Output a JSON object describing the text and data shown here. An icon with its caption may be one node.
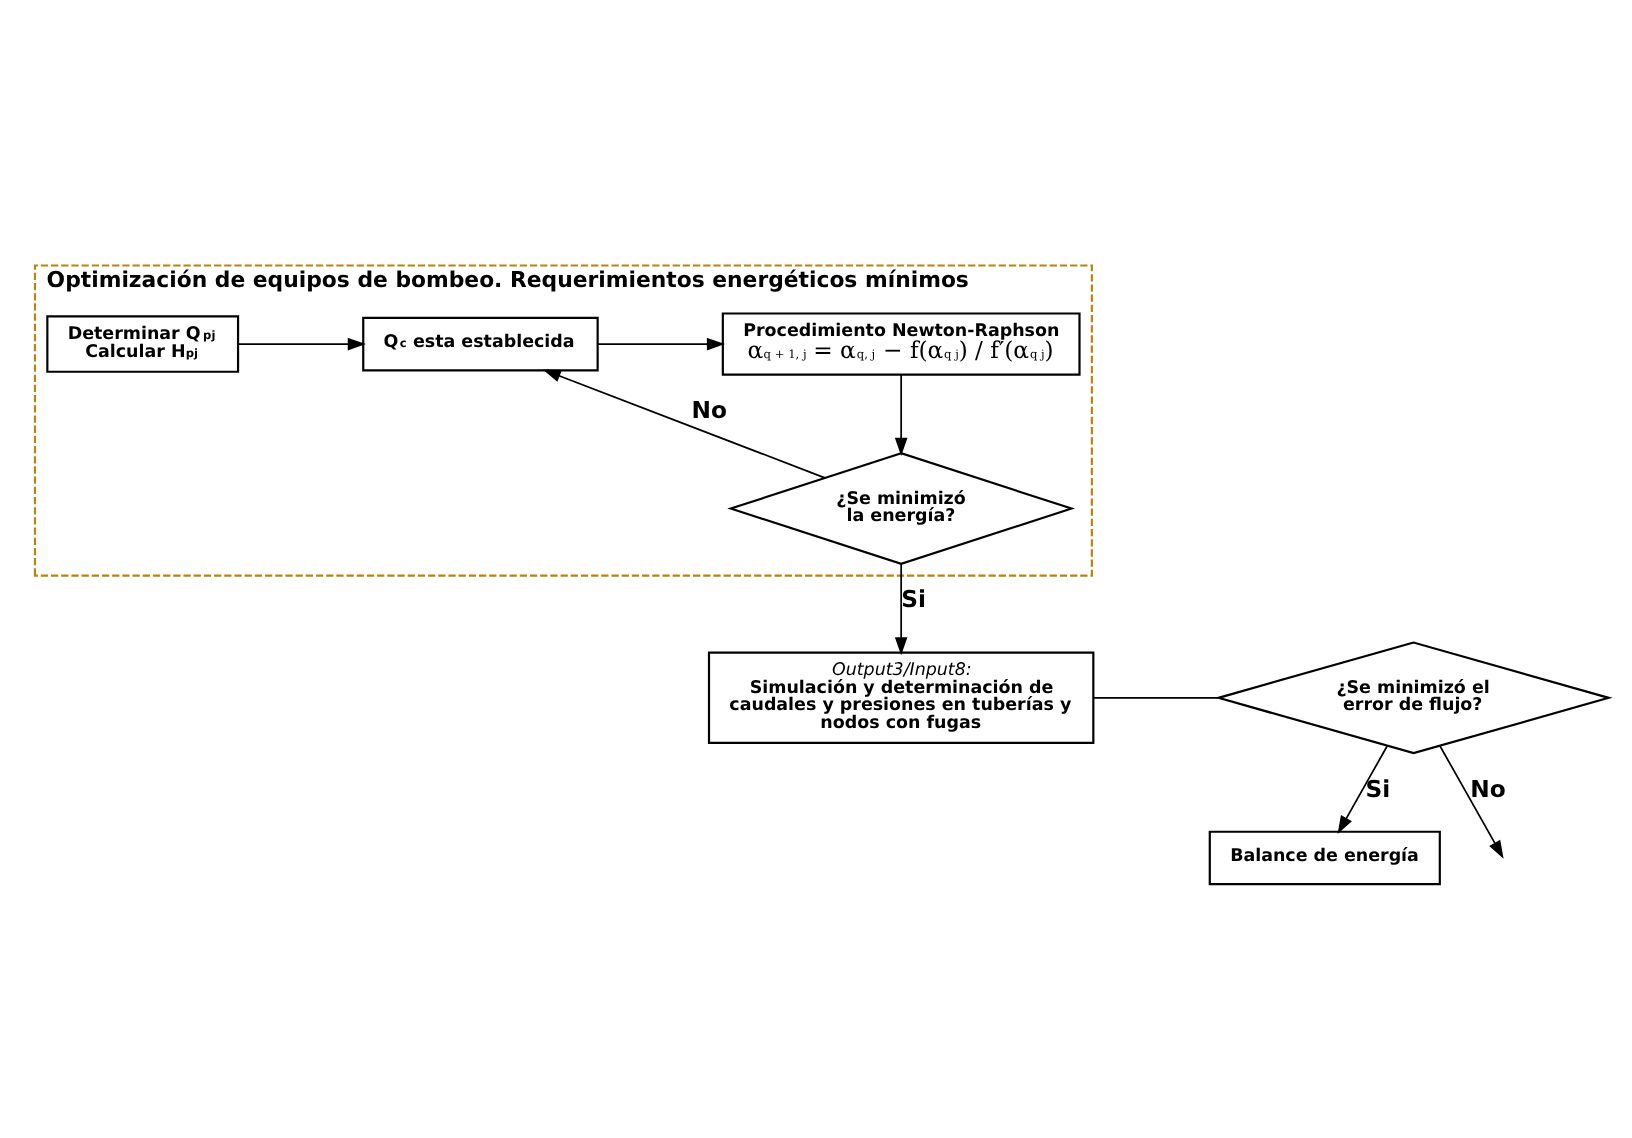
{
  "diagram": {
    "nodes": [
      {
        "text": [
          "Optimización de equipos de bombeo. Requerimientos energéticos mínimos"
        ]
      },
      {
        "text": [
          "Determinar Q$_{pj}$",
          "Calcular H$_{pj}$"
        ],
        "in": 0
      },
      {
        "text": [
          "Q$_{c}$ esta establecida"
        ],
        "in": 0
      },
      {
        "text": [
          "Procedimiento Newton-Raphson",
          "α$_{q + 1, j}$ = α$_{q, j}$ − f(α$_{q j}$) / f′(α$_{q j}$)"
        ],
        "in": 0
      },
      {
        "text": [
          "¿Se minimizó la energía?"
        ],
        "in": 0
      },
      {
        "text": [
          "Output3/Input8:",
          "Simulación y determinación de caudales y presiones en tuberías y nodos con fugas"
        ]
      },
      {
        "text": [
          "¿Se minimizó el error de flujo?"
        ]
      },
      {
        "text": [
          "Balance de energía"
        ]
      }
    ],
    "edges": [
      {
        "from": 1,
        "to": 2,
        "arrow": "to"
      },
      {
        "from": 2,
        "to": 3,
        "arrow": "to"
      },
      {
        "from": 3,
        "to": 4,
        "arrow": "to"
      },
      {
        "from": 4,
        "to": 2,
        "arrow": "to",
        "label": "No"
      },
      {
        "from": 4,
        "to": 5,
        "arrow": "to",
        "label": "Si"
      },
      {
        "from": 5,
        "to": 6,
        "arrow": "none"
      },
      {
        "from": 6,
        "to": null,
        "arrow": "to",
        "label": "No"
      },
      {
        "from": 6,
        "to": 7,
        "arrow": "to",
        "label": "Si"
      }
    ]
  }
}
